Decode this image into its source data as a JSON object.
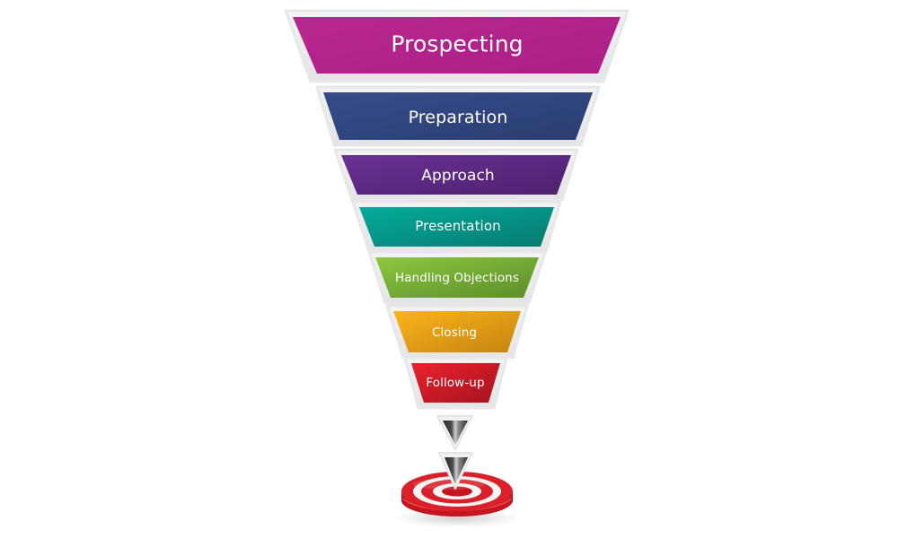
{
  "diagram": {
    "type": "sales-funnel",
    "stages": [
      {
        "label": "Prospecting",
        "color_start": "#b7278f",
        "color_end": "#ae2087",
        "font_size": 25
      },
      {
        "label": "Preparation",
        "color_start": "#334a85",
        "color_end": "#2c3f75",
        "font_size": 20
      },
      {
        "label": "Approach",
        "color_start": "#6a2f94",
        "color_end": "#4f2270",
        "font_size": 18
      },
      {
        "label": "Presentation",
        "color_start": "#04a99a",
        "color_end": "#08796f",
        "font_size": 16
      },
      {
        "label": "Handling Objections",
        "color_start": "#8cc63f",
        "color_end": "#5e8f2b",
        "font_size": 14
      },
      {
        "label": "Closing",
        "color_start": "#fbb21a",
        "color_end": "#c88712",
        "font_size": 14
      },
      {
        "label": "Follow-up",
        "color_start": "#e8202d",
        "color_end": "#a9141e",
        "font_size": 14
      }
    ],
    "arrows": [
      {
        "name": "down-arrow-1"
      },
      {
        "name": "down-arrow-2"
      }
    ],
    "target": {
      "name": "bullseye-target",
      "color": "#d8202a"
    }
  }
}
